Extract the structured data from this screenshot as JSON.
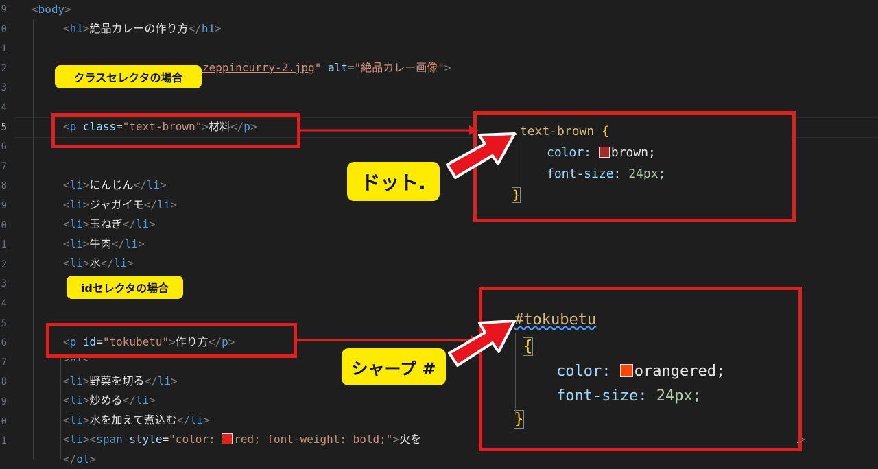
{
  "line_numbers": [
    "9",
    "0",
    "1",
    "2",
    "3",
    "4",
    "5",
    "6",
    "7",
    "8",
    "9",
    "0",
    "1",
    "2",
    "3",
    "4",
    "5",
    "6",
    "7",
    "8",
    "9",
    "0",
    "1"
  ],
  "html_code": {
    "body_tag": "body",
    "h1_tag": "h1",
    "h1_text": "絶品カレーの作り方",
    "img_src_tail": "zeppincurry-2.jpg",
    "img_alt_attr": "alt",
    "img_alt_value": "\"絶品カレー画像\"",
    "p_tag": "p",
    "p_class_attr": "class",
    "p_class_value": "\"text-brown\"",
    "p_text": "材料",
    "li_tag": "li",
    "li_items": [
      "にんじん",
      "ジャガイモ",
      "玉ねぎ",
      "牛肉",
      "水"
    ],
    "p_id_attr": "id",
    "p_id_value": "\"tokubetu\"",
    "p2_text": "作り方",
    "ol_tag": "ol",
    "steps": [
      "野菜を切る",
      "炒める",
      "水を加えて煮込む"
    ],
    "span_tag": "span",
    "span_style_attr": "style",
    "span_style_pre": "\"color: ",
    "span_style_post": "red; font-weight: bold;\"",
    "span_text": "火を",
    "span_swatch_color": "#e0241b",
    "trailing_li": "li"
  },
  "class_css": {
    "selector": ".text-brown",
    "open_brace": "{",
    "close_brace": "}",
    "color_prop": "color:",
    "color_value": "brown;",
    "color_swatch": "#a52a2a",
    "size_prop": "font-size:",
    "size_value": "24px;"
  },
  "id_css": {
    "selector": "#tokubetu",
    "open_brace": "{",
    "close_brace": "}",
    "color_prop": "color:",
    "color_value": "orangered;",
    "color_swatch": "#ff4500",
    "size_prop": "font-size:",
    "size_value": "24px;"
  },
  "callouts": {
    "class_selector_label": "クラスセレクタの場合",
    "dot_label": "ドット.",
    "id_selector_label": "idセレクタの場合",
    "sharp_label": "シャープ #"
  },
  "colors": {
    "highlight_red": "#e02020",
    "callout_yellow": "#ffeb00",
    "editor_bg": "#1e1e1e"
  }
}
